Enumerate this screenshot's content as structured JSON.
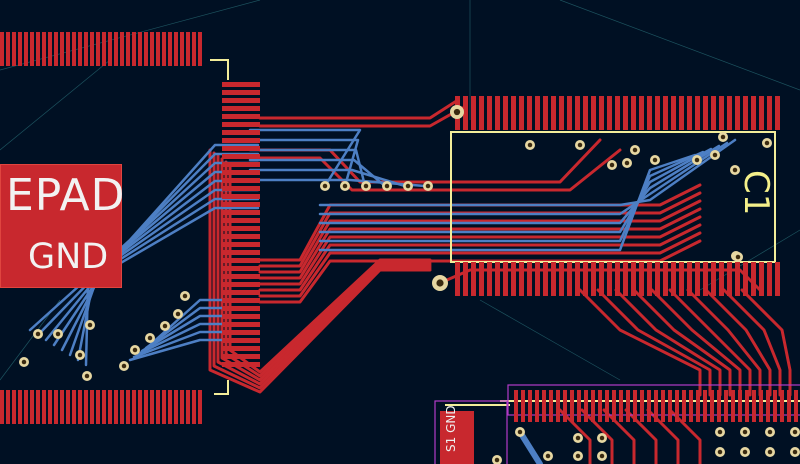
{
  "labels": {
    "epad": "EPAD",
    "epad_net": "GND",
    "chip_ref": "C1",
    "switch_ref": "S1",
    "switch_net": "GND"
  },
  "colors": {
    "background": "#001023",
    "front_copper": "#c8282e",
    "back_copper": "#4d7fc4",
    "silkscreen": "#f2ed9a",
    "via_ring": "#e6d7a2",
    "via_hole": "#3a2a10",
    "courtyard": "#b23bc7",
    "ratsnest": "#4aa0a0"
  }
}
